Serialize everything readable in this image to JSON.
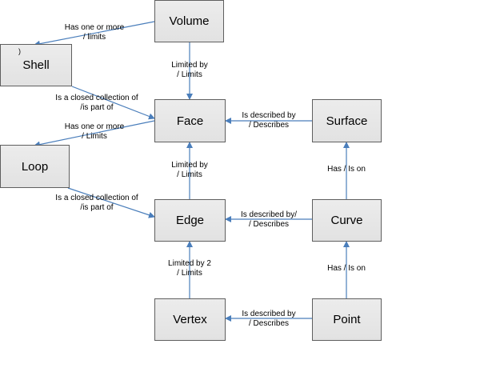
{
  "nodes": {
    "volume": "Volume",
    "shell": "Shell",
    "shell_mark": ")",
    "face": "Face",
    "surface": "Surface",
    "loop": "Loop",
    "edge": "Edge",
    "curve": "Curve",
    "vertex": "Vertex",
    "point": "Point"
  },
  "edge_labels": {
    "volume_shell": [
      "Has one or more",
      "/ limits"
    ],
    "volume_face": [
      "Limited by",
      "/ Limits"
    ],
    "shell_face": [
      "Is a closed collection of",
      "/is part of"
    ],
    "face_loop": [
      "Has one or more",
      "/ Limits"
    ],
    "surface_face": [
      "Is described by",
      "/ Describes"
    ],
    "face_edge": [
      "Limited by",
      "/ Limits"
    ],
    "surface_curve": "Has / Is on",
    "loop_edge": [
      "Is a closed collection of",
      "/is part of"
    ],
    "curve_edge": [
      "Is described by/",
      "/ Describes"
    ],
    "edge_vertex": [
      "Limited by 2",
      "/ Limits"
    ],
    "curve_point": "Has / Is on",
    "point_vertex": [
      "Is described by",
      "/ Describes"
    ]
  },
  "colors": {
    "node_fill": "#e6e6e6",
    "node_border": "#5f5f5f",
    "connector": "#4a7ebb",
    "text": "#000000"
  }
}
